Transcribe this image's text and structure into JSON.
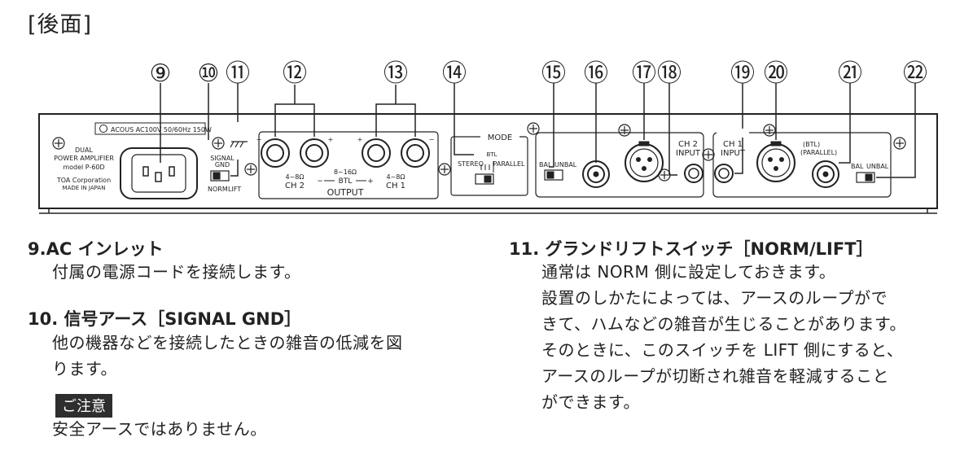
{
  "section_title": "[後面]",
  "callouts": [
    "⑨",
    "⑩",
    "⑪",
    "⑫",
    "⑬",
    "⑭",
    "⑮",
    "⑯",
    "⑰",
    "⑱",
    "⑲",
    "⑳",
    "㉑",
    "㉒"
  ],
  "panel": {
    "power_label": "ACOUS AC100V 50/60Hz 150W",
    "brand_lines": [
      "DUAL",
      "POWER AMPLIFIER",
      "model P-60D",
      "TOA Corporation",
      "MADE IN JAPAN"
    ],
    "signal_gnd": [
      "SIGNAL",
      "GND"
    ],
    "norm": "NORM",
    "lift": "LIFT",
    "ohm48": "4~8Ω",
    "ohm816": "8~16Ω",
    "ch2": "CH 2",
    "ch1": "CH 1",
    "btl": "BTL",
    "output": "OUTPUT",
    "mode": "MODE",
    "stereo": "STEREO",
    "parallel": "PARALLEL",
    "bal": "BAL",
    "unbal": "UNBAL",
    "ch2_input": [
      "CH 2",
      "INPUT"
    ],
    "ch1_input": [
      "CH 1",
      "INPUT"
    ],
    "btl_parallel": [
      "(BTL)",
      "(PARALLEL)"
    ]
  },
  "items_left": [
    {
      "heading": "9.AC インレット",
      "lines": [
        "付属の電源コードを接続します。"
      ]
    },
    {
      "heading": "10. 信号アース［SIGNAL GND］",
      "lines": [
        "他の機器などを接続したときの雑音の低減を図",
        "ります。"
      ]
    }
  ],
  "caution_label": "ご注意",
  "caution_text": "安全アースではありません。",
  "items_right": [
    {
      "heading": "11. グランドリフトスイッチ［NORM/LIFT］",
      "lines": [
        "通常は NORM 側に設定しておきます。",
        "設置のしかたによっては、アースのループがで",
        "きて、ハムなどの雑音が生じることがあります。",
        "そのときに、このスイッチを LIFT 側にすると、",
        "アースのループが切断され雑音を軽減すること",
        "ができます。"
      ]
    }
  ]
}
